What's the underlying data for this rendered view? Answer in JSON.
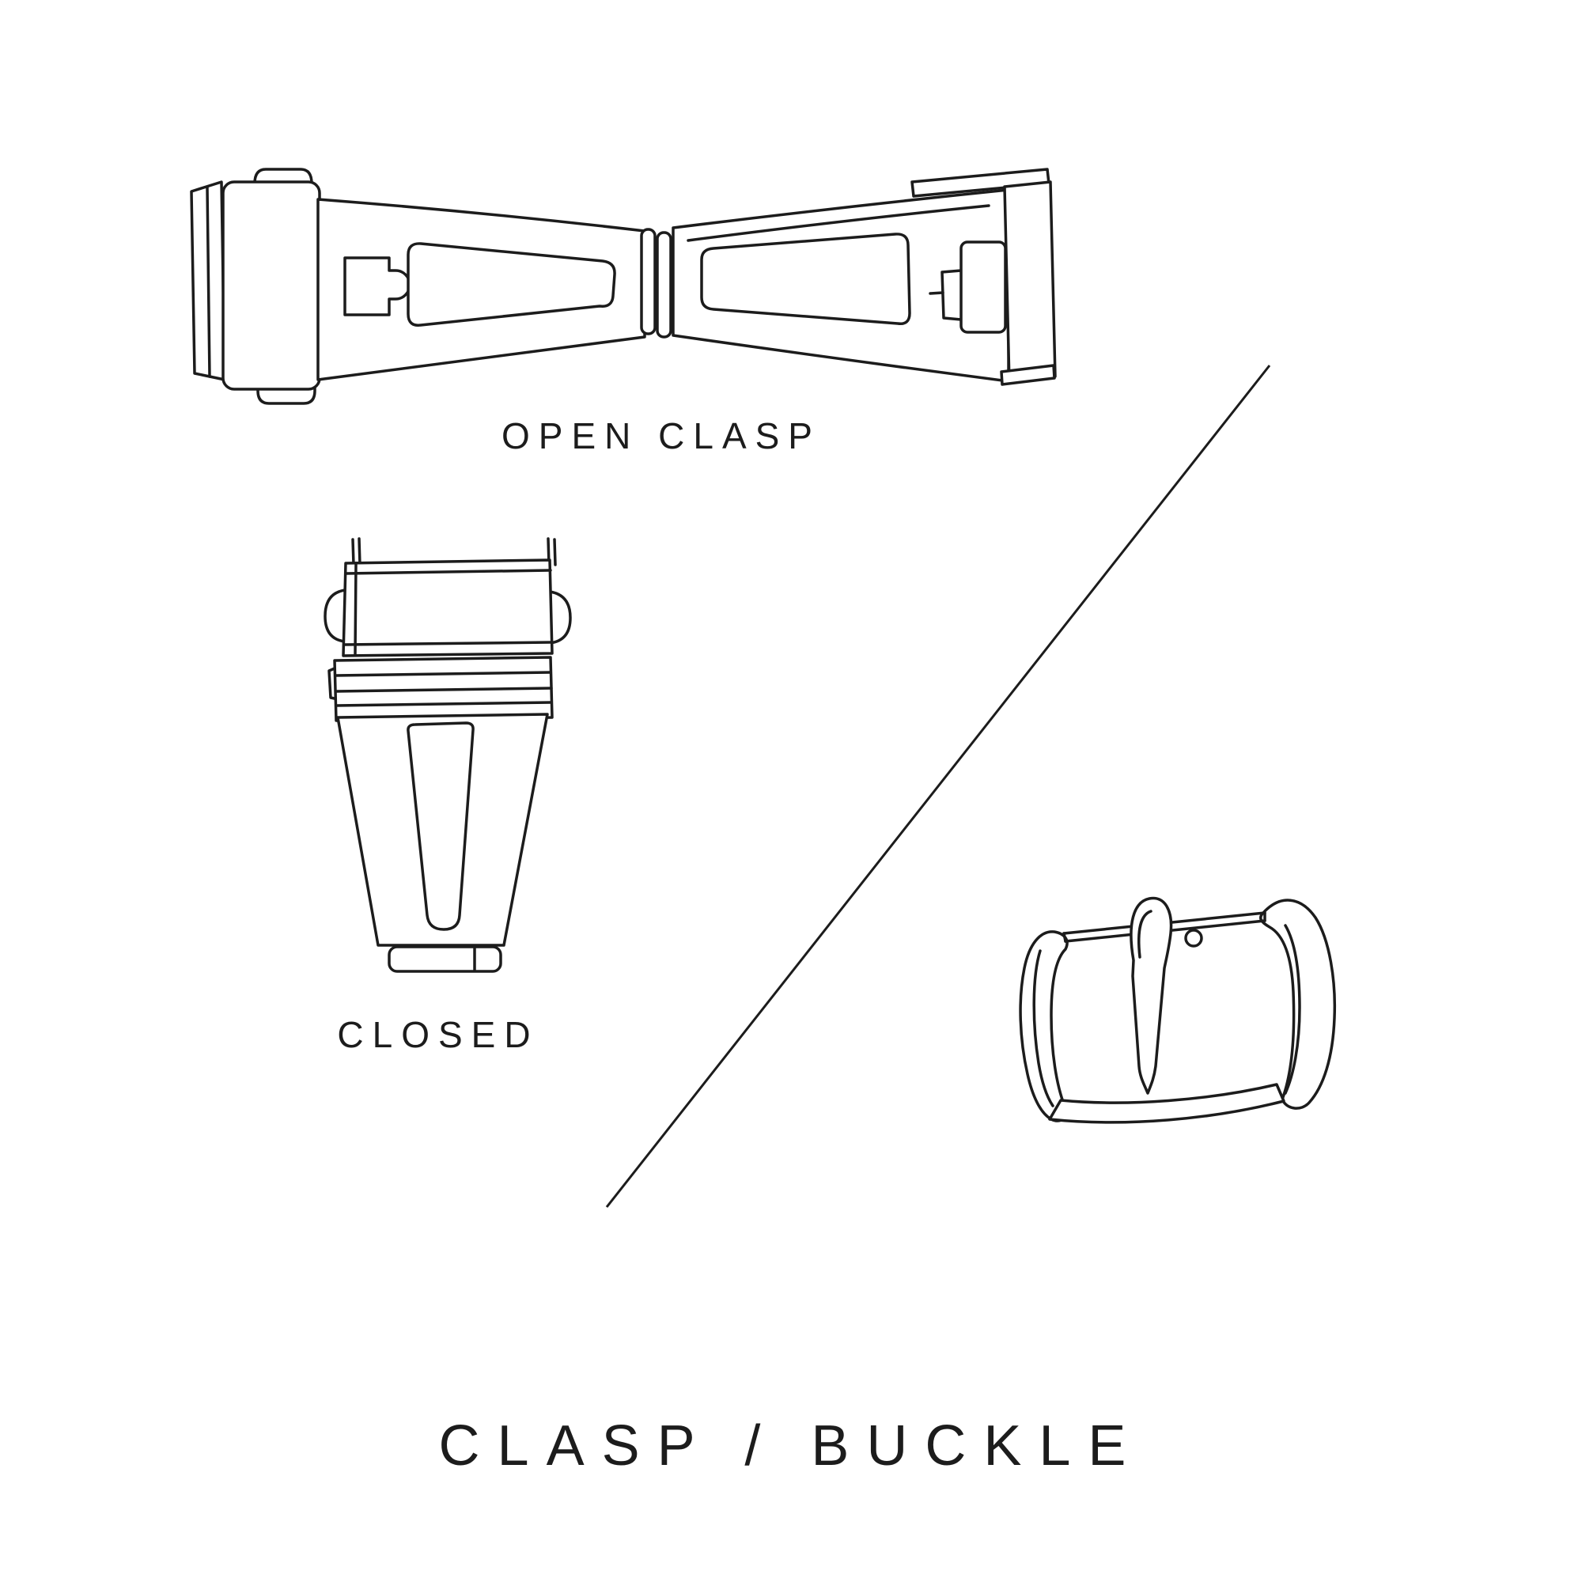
{
  "page": {
    "title": "CLASP / BUCKLE",
    "background": "#ffffff",
    "ink": "#1c1c1c"
  },
  "labels": {
    "open_clasp": "OPEN CLASP",
    "closed": "CLOSED"
  },
  "illustrations": [
    {
      "name": "open-clasp",
      "caption": "OPEN CLASP"
    },
    {
      "name": "closed-clasp",
      "caption": "CLOSED"
    },
    {
      "name": "tang-buckle",
      "caption": ""
    }
  ]
}
